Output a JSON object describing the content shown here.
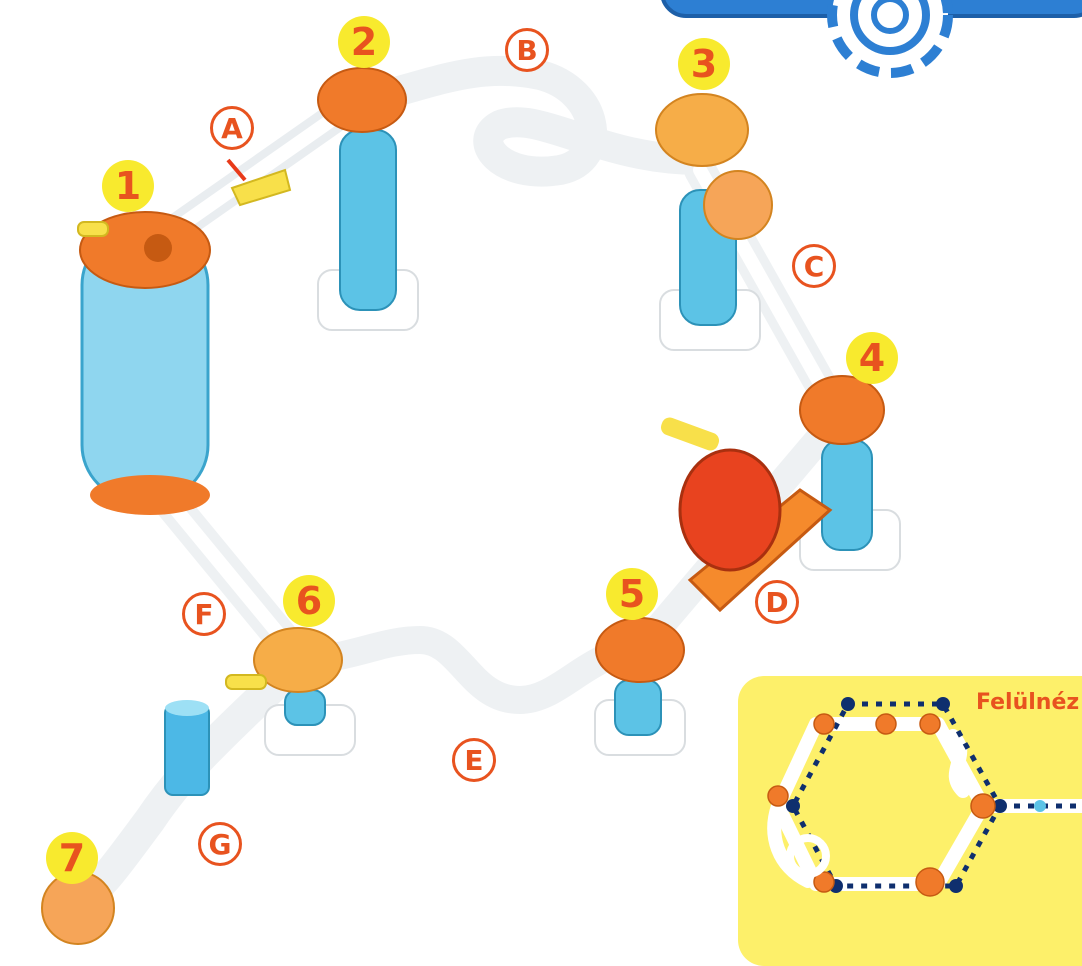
{
  "stations": [
    "1",
    "2",
    "3",
    "4",
    "5",
    "6",
    "7"
  ],
  "segments": [
    "A",
    "B",
    "C",
    "D",
    "E",
    "F",
    "G"
  ],
  "inset": {
    "title": "Felülnéz"
  },
  "colors": {
    "orange": "#f07a2a",
    "light_orange": "#f6ad48",
    "blue": "#5cc3e6",
    "yellow_badge": "#f8ea2e",
    "red_text": "#e8531f",
    "inset_bg": "#fdf06a",
    "navy_dots": "#0f2f6e",
    "gear_blue": "#2d7fd3"
  }
}
